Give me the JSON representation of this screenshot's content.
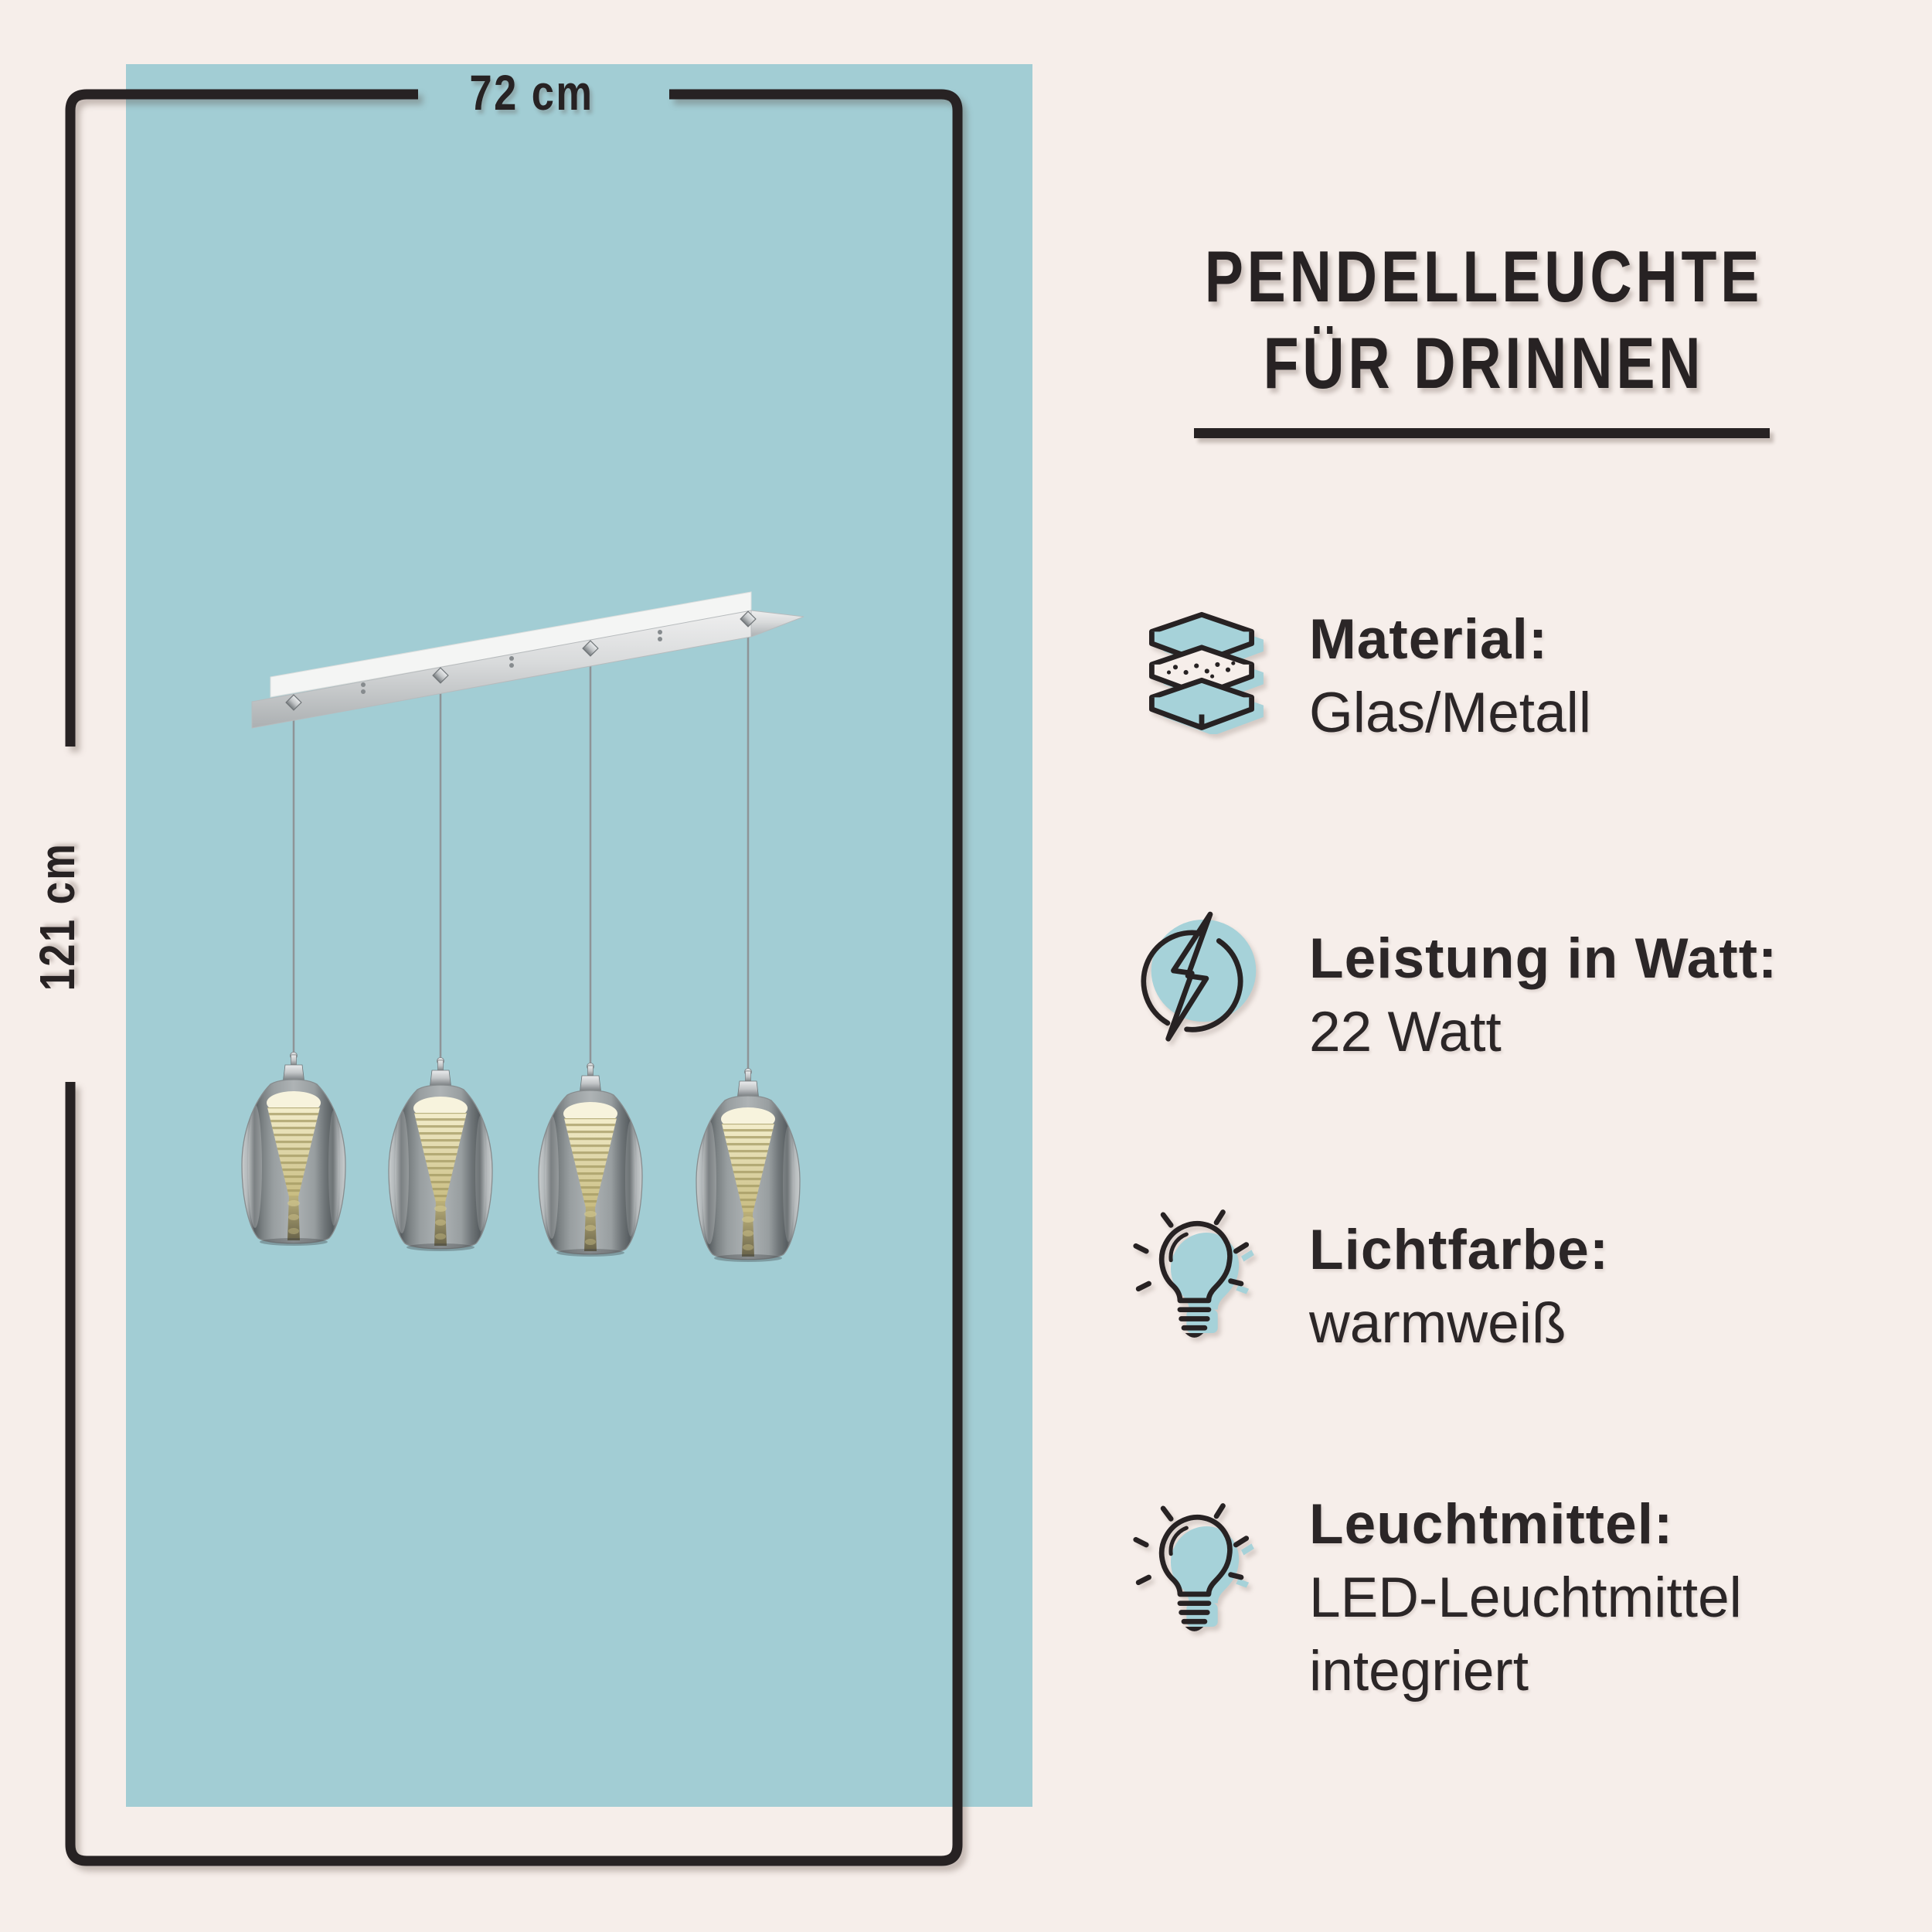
{
  "canvas": {
    "background": "#f6eeea",
    "accent_blue": "#a2cdd4",
    "icon_blue": "#a6d2d9",
    "ink": "#272223"
  },
  "title": {
    "line1": "PENDELLEUCHTE",
    "line2": "FÜR DRINNEN"
  },
  "dimensions": {
    "width_label": "72 cm",
    "height_label": "121 cm"
  },
  "features": [
    {
      "icon": "layers-icon",
      "label": "Material:",
      "value": "Glas/Metall"
    },
    {
      "icon": "lightning-icon",
      "label": "Leistung in Watt:",
      "value": "22 Watt"
    },
    {
      "icon": "bulb-icon",
      "label": "Lichtfarbe:",
      "value": "warmweiß"
    },
    {
      "icon": "bulb-icon",
      "label": "Leuchtmittel:",
      "value": "LED-Leuchtmittel\nintegriert"
    }
  ],
  "product_image": {
    "shade_count": 4
  }
}
